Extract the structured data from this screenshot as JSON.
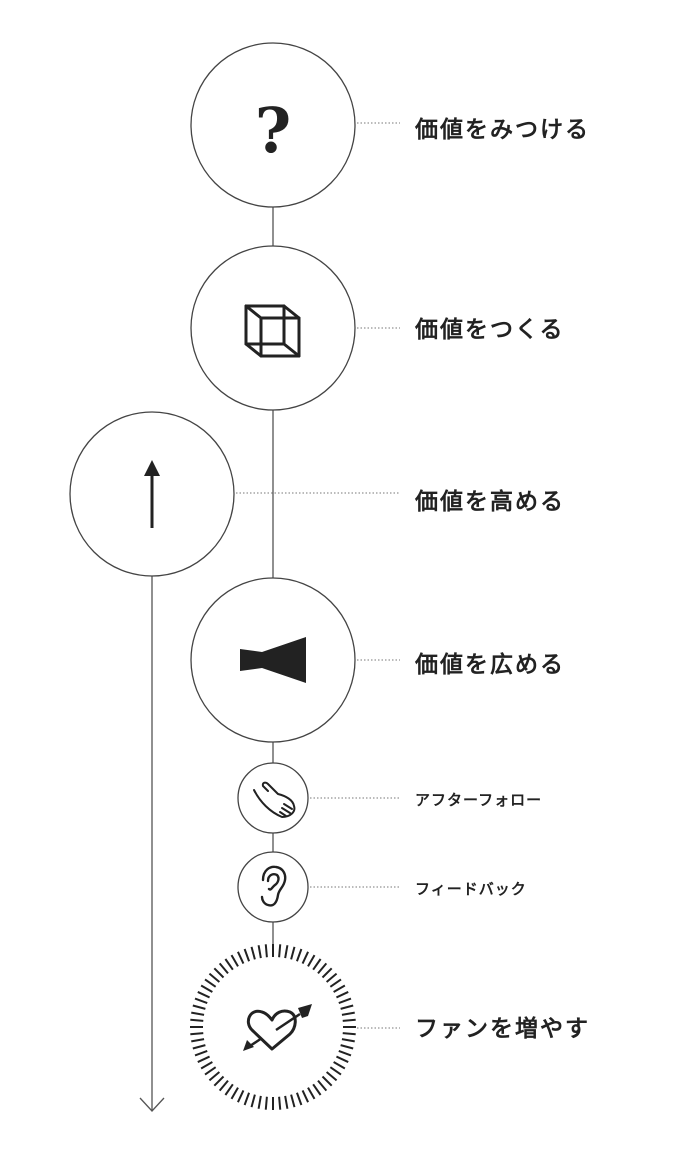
{
  "steps": [
    {
      "label": "価値をみつける",
      "icon": "question-mark-icon"
    },
    {
      "label": "価値をつくる",
      "icon": "cube-icon"
    },
    {
      "label": "価値を高める",
      "icon": "up-arrow-icon"
    },
    {
      "label": "価値を広める",
      "icon": "megaphone-icon"
    },
    {
      "label": "アフターフォロー",
      "icon": "hand-icon"
    },
    {
      "label": "フィードバック",
      "icon": "ear-icon"
    },
    {
      "label": "ファンを増やす",
      "icon": "heart-arrow-icon"
    }
  ],
  "question_glyph": "?",
  "colors": {
    "line": "#555555",
    "text": "#222222"
  }
}
